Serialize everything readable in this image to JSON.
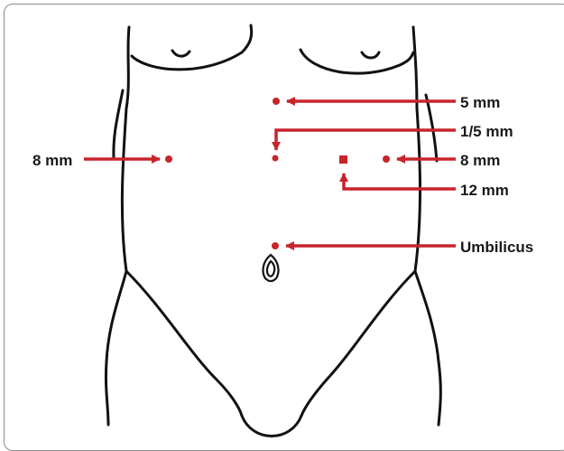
{
  "colors": {
    "marker": "#c8242b",
    "outline": "#111111",
    "frame": "#8c8c8c"
  },
  "labels": {
    "port_5mm": "5 mm",
    "port_1_5mm": "1/5 mm",
    "port_8mm_left": "8 mm",
    "port_8mm_right": "8 mm",
    "port_12mm": "12 mm",
    "umbilicus": "Umbilicus"
  }
}
